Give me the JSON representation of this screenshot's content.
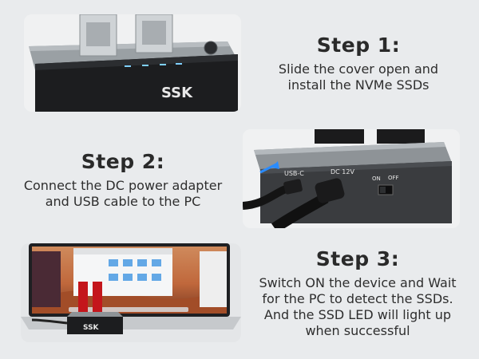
{
  "steps": [
    {
      "title": "Step 1:",
      "lines": [
        "Slide the cover open and",
        "install the NVMe SSDs"
      ]
    },
    {
      "title": "Step 2:",
      "lines": [
        "Connect the DC power adapter",
        "and USB cable to the PC"
      ]
    },
    {
      "title": "Step 3:",
      "lines": [
        "Switch ON the device and Wait",
        "for the PC to detect the SSDs.",
        "And the SSD LED will light up",
        "when successful"
      ]
    }
  ],
  "device": {
    "brand": "SSK",
    "port_usb": "USB-C",
    "port_dc": "DC 12V",
    "switch_on": "ON",
    "switch_off": "OFF"
  },
  "colors": {
    "background": "#e9ebed",
    "device_body": "#1c1d1f",
    "device_top": "#8e9397",
    "ssd_red": "#c4161c",
    "led": "#7fd0ff"
  }
}
